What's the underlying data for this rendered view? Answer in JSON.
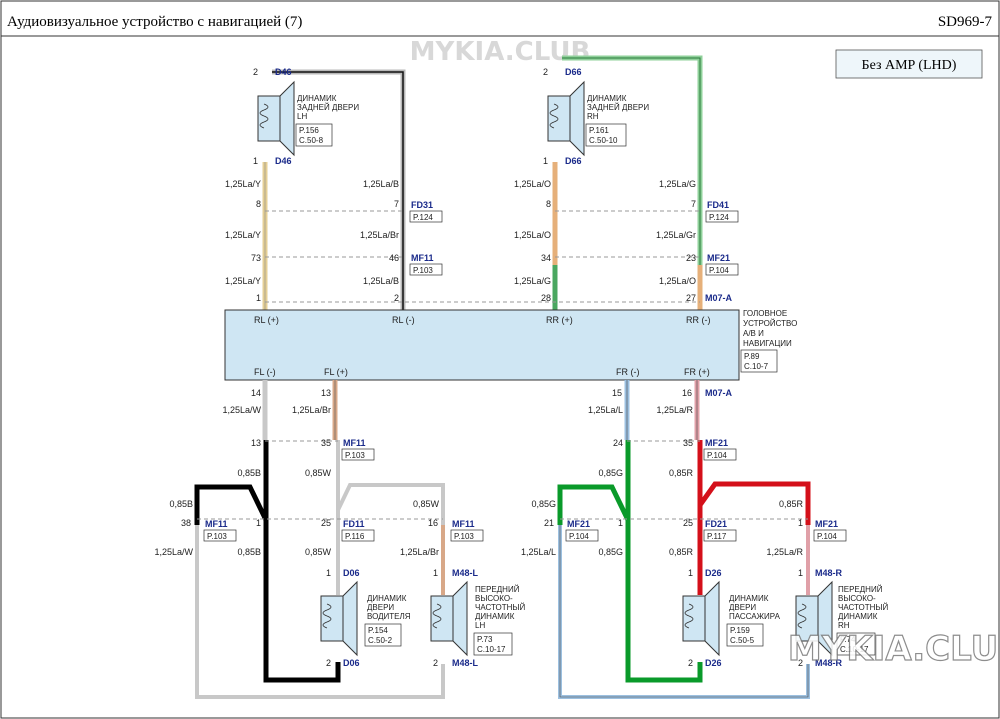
{
  "header": {
    "title": "Аудиовизуальное устройство с навигацией (7)",
    "code": "SD969-7"
  },
  "variant_badge": "Без AMP (LHD)",
  "watermark": "MYKIA.CLUB",
  "head_unit": {
    "label_lines": [
      "ГОЛОВНОЕ",
      "УСТРОЙСТВО",
      "А/В И",
      "НАВИГАЦИИ"
    ],
    "ref_lines": [
      "P.89",
      "C.10-7"
    ],
    "top_terminals": [
      {
        "label": "RL (+)",
        "pin": "1"
      },
      {
        "label": "RL (-)",
        "pin": "2"
      },
      {
        "label": "RR (+)",
        "pin": "28"
      },
      {
        "label": "RR (-)",
        "pin": "27"
      }
    ],
    "top_connector": "M07-A",
    "bottom_terminals": [
      {
        "label": "FL (-)",
        "pin": "14"
      },
      {
        "label": "FL (+)",
        "pin": "13"
      },
      {
        "label": "FR (-)",
        "pin": "15"
      },
      {
        "label": "FR (+)",
        "pin": "16"
      }
    ],
    "bottom_connector": "M07-A"
  },
  "rear_lh": {
    "name_lines": [
      "ДИНАМИК",
      "ЗАДНЕЙ ДВЕРИ",
      "LH"
    ],
    "ref_lines": [
      "P.156",
      "C.50-8"
    ],
    "connector": "D46",
    "pin_top": "2",
    "pin_bottom": "1",
    "wire_left": [
      "1,25La/Y",
      "1,25La/Y",
      "1,25La/Y"
    ],
    "wire_right": [
      "1,25La/B",
      "1,25La/Br",
      "1,25La/B"
    ],
    "fd_pins": [
      "8",
      "7"
    ],
    "fd_conn": "FD31",
    "fd_ref": "P.124",
    "mf_pins": [
      "73",
      "46"
    ],
    "mf_conn": "MF11",
    "mf_ref": "P.103"
  },
  "rear_rh": {
    "name_lines": [
      "ДИНАМИК",
      "ЗАДНЕЙ ДВЕРИ",
      "RH"
    ],
    "ref_lines": [
      "P.161",
      "C.50-10"
    ],
    "connector": "D66",
    "pin_top": "2",
    "pin_bottom": "1",
    "wire_left": [
      "1,25La/O",
      "1,25La/O",
      "1,25La/G"
    ],
    "wire_right": [
      "1,25La/G",
      "1,25La/Gr",
      "1,25La/O"
    ],
    "fd_pins": [
      "8",
      "7"
    ],
    "fd_conn": "FD41",
    "fd_ref": "P.124",
    "mf_pins": [
      "34",
      "23"
    ],
    "mf_conn": "MF21",
    "mf_ref": "P.104"
  },
  "front_left": {
    "wire_hu_left": "1,25La/W",
    "wire_hu_right": "1,25La/Br",
    "mf_pins": [
      "13",
      "35"
    ],
    "mf_conn": "MF11",
    "mf_ref": "P.103",
    "wire_085b": "0,85B",
    "wire_085w": "0,85W",
    "wire_085b_left": "0,85B",
    "wire_085w_right": "0,85W",
    "mf_left_pin": "38",
    "mf_left_conn": "MF11",
    "mf_left_ref": "P.103",
    "mf_left_wire": "1,25La/W",
    "fd_pins": [
      "1",
      "25"
    ],
    "fd_conn": "FD11",
    "fd_ref": "P.116",
    "wire_085b_2": "0,85B",
    "wire_085w_2": "0,85W",
    "mf_right_pin": "16",
    "mf_right_conn": "MF11",
    "mf_right_ref": "P.103",
    "mf_right_wire": "1,25La/Br",
    "driver_conn": "D06",
    "driver_pin_top": "1",
    "driver_pin_bottom": "2",
    "driver_name": [
      "ДИНАМИК",
      "ДВЕРИ",
      "ВОДИТЕЛЯ"
    ],
    "driver_ref": [
      "P.154",
      "C.50-2"
    ],
    "tweeter_conn": "M48-L",
    "tweeter_pin_top": "1",
    "tweeter_pin_bottom": "2",
    "tweeter_name": [
      "ПЕРЕДНИЙ",
      "ВЫСОКО-",
      "ЧАСТОТНЫЙ",
      "ДИНАМИК",
      "LH"
    ],
    "tweeter_ref": [
      "P.73",
      "C.10-17"
    ]
  },
  "front_right": {
    "wire_hu_left": "1,25La/L",
    "wire_hu_right": "1,25La/R",
    "mf_pins": [
      "24",
      "35"
    ],
    "mf_conn": "MF21",
    "mf_ref": "P.104",
    "wire_085g": "0,85G",
    "wire_085r": "0,85R",
    "wire_085g_left": "0,85G",
    "wire_085r_right": "0,85R",
    "mf_left_pin": "21",
    "mf_left_conn": "MF21",
    "mf_left_ref": "P.104",
    "mf_left_wire": "1,25La/L",
    "fd_pins": [
      "1",
      "25"
    ],
    "fd_conn": "FD21",
    "fd_ref": "P.117",
    "wire_085g_2": "0,85G",
    "wire_085r_2": "0,85R",
    "mf_right_pin": "1",
    "mf_right_conn": "MF21",
    "mf_right_ref": "P.104",
    "mf_right_wire": "1,25La/R",
    "pass_conn": "D26",
    "pass_pin_top": "1",
    "pass_pin_bottom": "2",
    "pass_name": [
      "ДИНАМИК",
      "ДВЕРИ",
      "ПАССАЖИРА"
    ],
    "pass_ref": [
      "P.159",
      "C.50-5"
    ],
    "tweeter_conn": "M48-R",
    "tweeter_pin_top": "1",
    "tweeter_pin_bottom": "2",
    "tweeter_name": [
      "ПЕРЕДНИЙ",
      "ВЫСОКО-",
      "ЧАСТОТНЫЙ",
      "ДИНАМИК",
      "RH"
    ],
    "tweeter_ref": [
      "P.74",
      "C.10-17"
    ]
  },
  "colors": {
    "black": "#000000",
    "green": "#0a9a2a",
    "red": "#d4101a",
    "hu_fill": "#cfe6f3",
    "spk_fill": "#cfe6f3",
    "conn_blue": "#1a2a8a",
    "grey": "#b8b8b8"
  }
}
